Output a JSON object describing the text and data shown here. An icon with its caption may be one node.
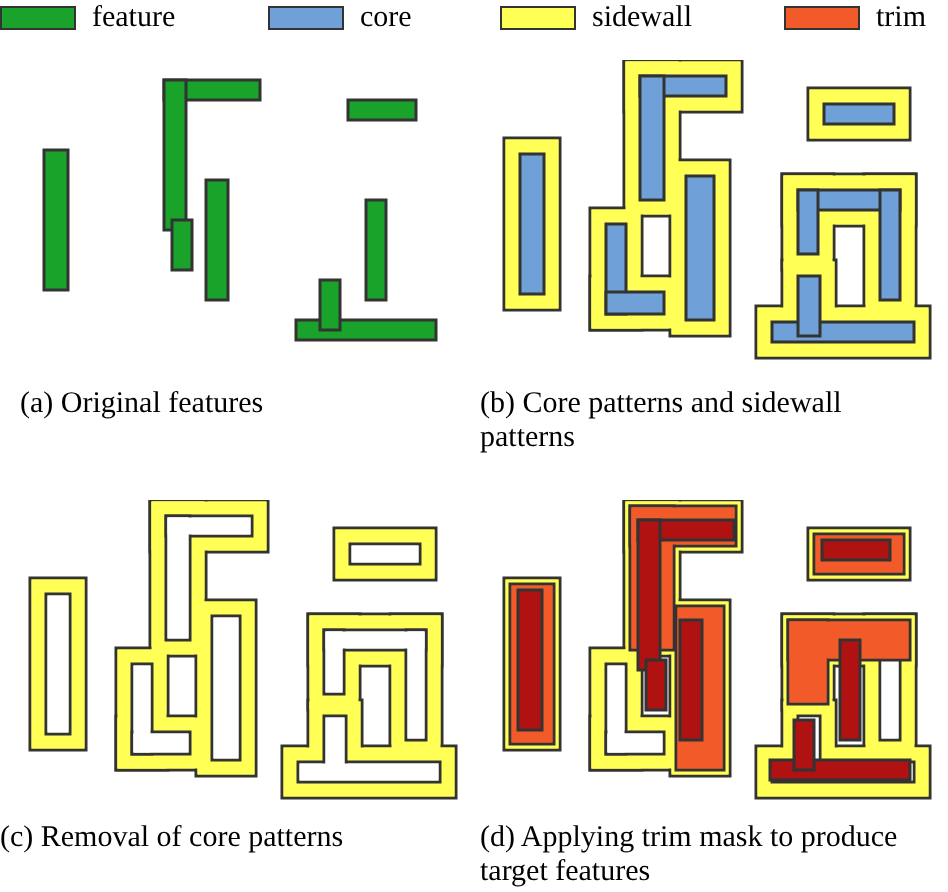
{
  "diagram": {
    "labels": [
      "(a) Original features",
      "(b) Core patterns and sidewall patterns",
      "(c) Removal of core patterns",
      "(d) Applying trim mask to produce target features"
    ],
    "legend": [
      {
        "text": "feature",
        "color": "#1aa32a"
      },
      {
        "text": "core",
        "color": "#6fa0d8"
      },
      {
        "text": "sidewall",
        "color": "#ffff55"
      },
      {
        "text": "trim",
        "color": "#f25a2a"
      }
    ]
  }
}
